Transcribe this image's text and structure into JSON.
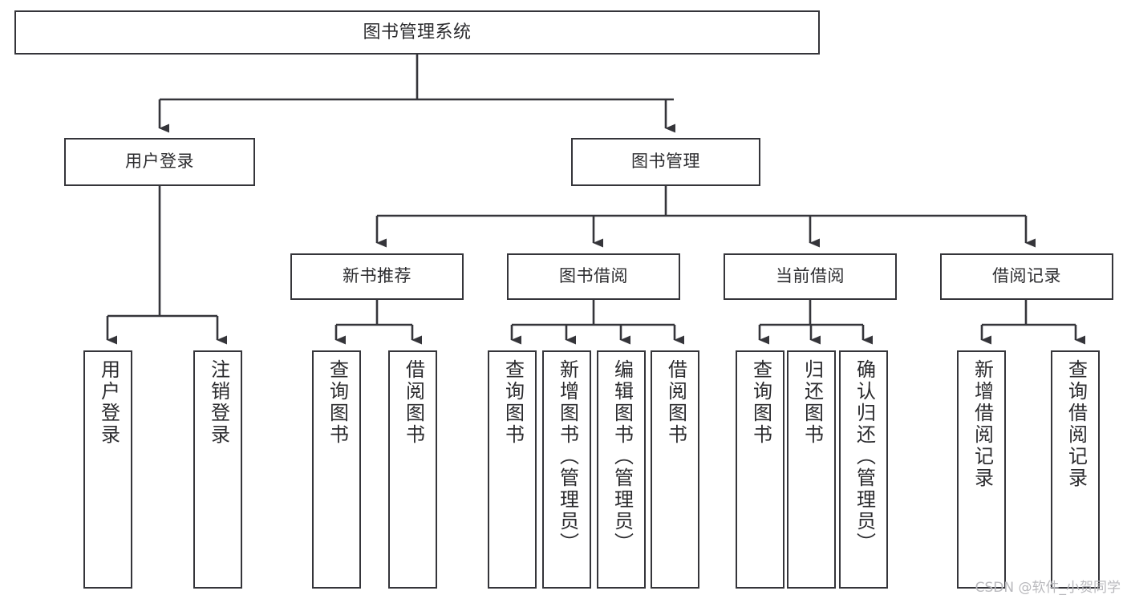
{
  "diagram": {
    "title": "图书管理系统",
    "type": "tree",
    "stroke_color": "#35353a",
    "fill_color": "#ffffff",
    "background": "#ffffff",
    "watermark": "CSDN @软件_小贺同学"
  },
  "root": {
    "label": "图书管理系统"
  },
  "level2": [
    {
      "label": "用户登录"
    },
    {
      "label": "图书管理"
    }
  ],
  "level3": [
    {
      "label": "新书推荐"
    },
    {
      "label": "图书借阅"
    },
    {
      "label": "当前借阅"
    },
    {
      "label": "借阅记录"
    }
  ],
  "leaves": {
    "user_login": [
      {
        "label": "用户登录"
      },
      {
        "label": "注销登录"
      }
    ],
    "new_book": [
      {
        "label": "查询图书"
      },
      {
        "label": "借阅图书"
      }
    ],
    "book_borrow": [
      {
        "label": "查询图书"
      },
      {
        "label": "新增图书（管理员）"
      },
      {
        "label": "编辑图书（管理员）"
      },
      {
        "label": "借阅图书"
      }
    ],
    "current_borrow": [
      {
        "label": "查询图书"
      },
      {
        "label": "归还图书"
      },
      {
        "label": "确认归还（管理员）"
      }
    ],
    "borrow_record": [
      {
        "label": "新增借阅记录"
      },
      {
        "label": "查询借阅记录"
      }
    ]
  }
}
